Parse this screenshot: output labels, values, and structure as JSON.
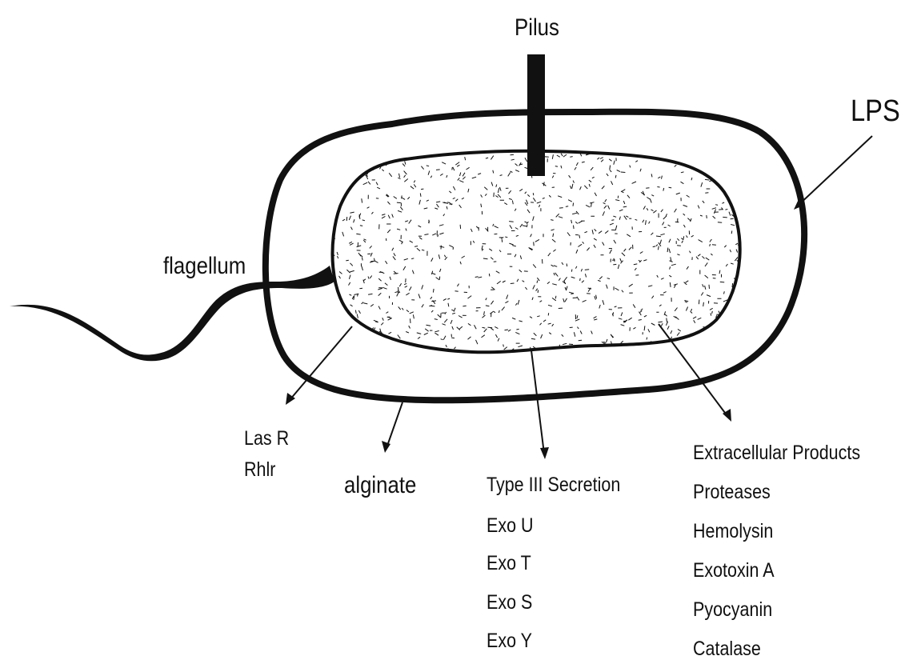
{
  "labels": {
    "pilus": "Pilus",
    "lps": "LPS",
    "flagellum": "flagellum",
    "las_r": "Las R",
    "rhlr": "Rhlr",
    "alginate": "alginate",
    "type3": {
      "heading": "Type III Secretion",
      "items": [
        "Exo U",
        "Exo T",
        "Exo S",
        "Exo Y"
      ]
    },
    "extracellular": {
      "heading": "Extracellular Products",
      "items": [
        "Proteases",
        "Hemolysin",
        "Exotoxin A",
        "Pyocyanin",
        "Catalase"
      ]
    }
  },
  "colors": {
    "ink": "#111111",
    "background": "#ffffff"
  }
}
